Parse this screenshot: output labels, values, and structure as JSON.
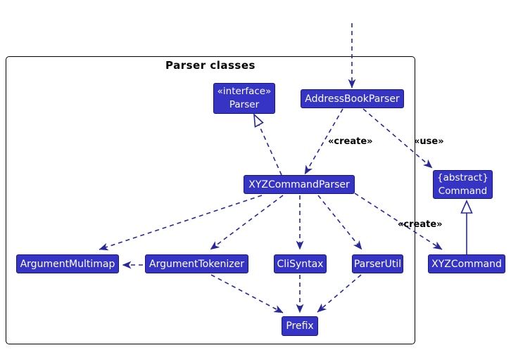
{
  "frame": {
    "title": "Parser classes"
  },
  "classes": {
    "parser_interface": {
      "stereotype": "«interface»",
      "name": "Parser"
    },
    "address_book_parser": {
      "name": "AddressBookParser"
    },
    "xyz_command_parser": {
      "name": "XYZCommandParser"
    },
    "command": {
      "stereotype": "{abstract}",
      "name": "Command"
    },
    "argument_multimap": {
      "name": "ArgumentMultimap"
    },
    "argument_tokenizer": {
      "name": "ArgumentTokenizer"
    },
    "cli_syntax": {
      "name": "CliSyntax"
    },
    "parser_util": {
      "name": "ParserUtil"
    },
    "xyz_command": {
      "name": "XYZCommand"
    },
    "prefix": {
      "name": "Prefix"
    }
  },
  "edge_labels": {
    "create_to_xyz_command_parser": "«create»",
    "use_to_command": "«use»",
    "create_to_xyz_command": "«create»"
  },
  "colors": {
    "class_fill": "#3534c4",
    "class_border": "#16167e",
    "line": "#28289c",
    "frame_border": "#000000",
    "background": "#ffffff"
  }
}
